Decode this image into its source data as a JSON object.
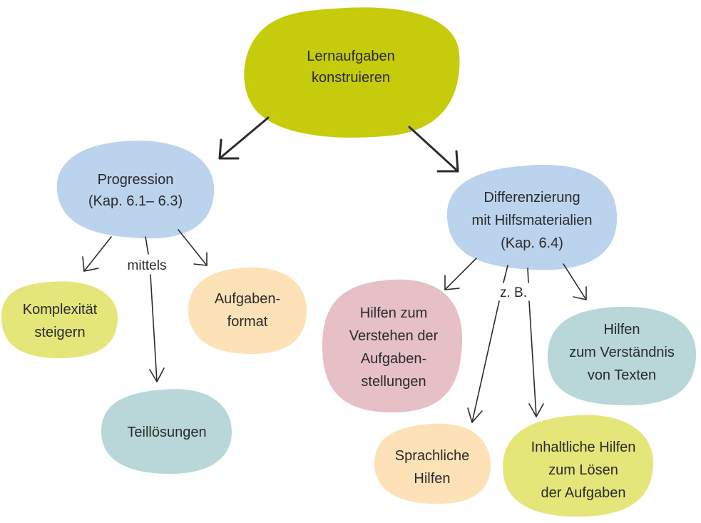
{
  "colors": {
    "root": "#c6cb0c",
    "blue": "#bcd3ee",
    "yellow_green": "#e5e67a",
    "peach": "#fde2b8",
    "teal": "#b9d7d8",
    "pink": "#e6bfc7",
    "arrow": "#2b2b2b"
  },
  "nodes": {
    "root": {
      "line1": "Lernaufgaben",
      "line2": "konstruieren"
    },
    "progression": {
      "line1": "Progression",
      "line2": "(Kap. 6.1– 6.3)"
    },
    "differenzierung": {
      "line1": "Differenzierung",
      "line2": "mit Hilfsmaterialien",
      "line3": "(Kap. 6.4)"
    },
    "komplexitaet": {
      "line1": "Komplexität",
      "line2": "steigern"
    },
    "aufgabenformat": {
      "line1": "Aufgaben-",
      "line2": "format"
    },
    "teilloesungen": {
      "line1": "Teillösungen"
    },
    "verstehen": {
      "line1": "Hilfen zum",
      "line2": "Verstehen der",
      "line3": "Aufgaben-",
      "line4": "stellungen"
    },
    "sprachliche": {
      "line1": "Sprachliche",
      "line2": "Hilfen"
    },
    "inhaltliche": {
      "line1": "Inhaltliche Hilfen",
      "line2": "zum Lösen",
      "line3": "der Aufgaben"
    },
    "verstaendnis": {
      "line1": "Hilfen",
      "line2": "zum Verständnis",
      "line3": "von Texten"
    }
  },
  "edge_labels": {
    "mittels": "mittels",
    "zb": "z. B."
  }
}
